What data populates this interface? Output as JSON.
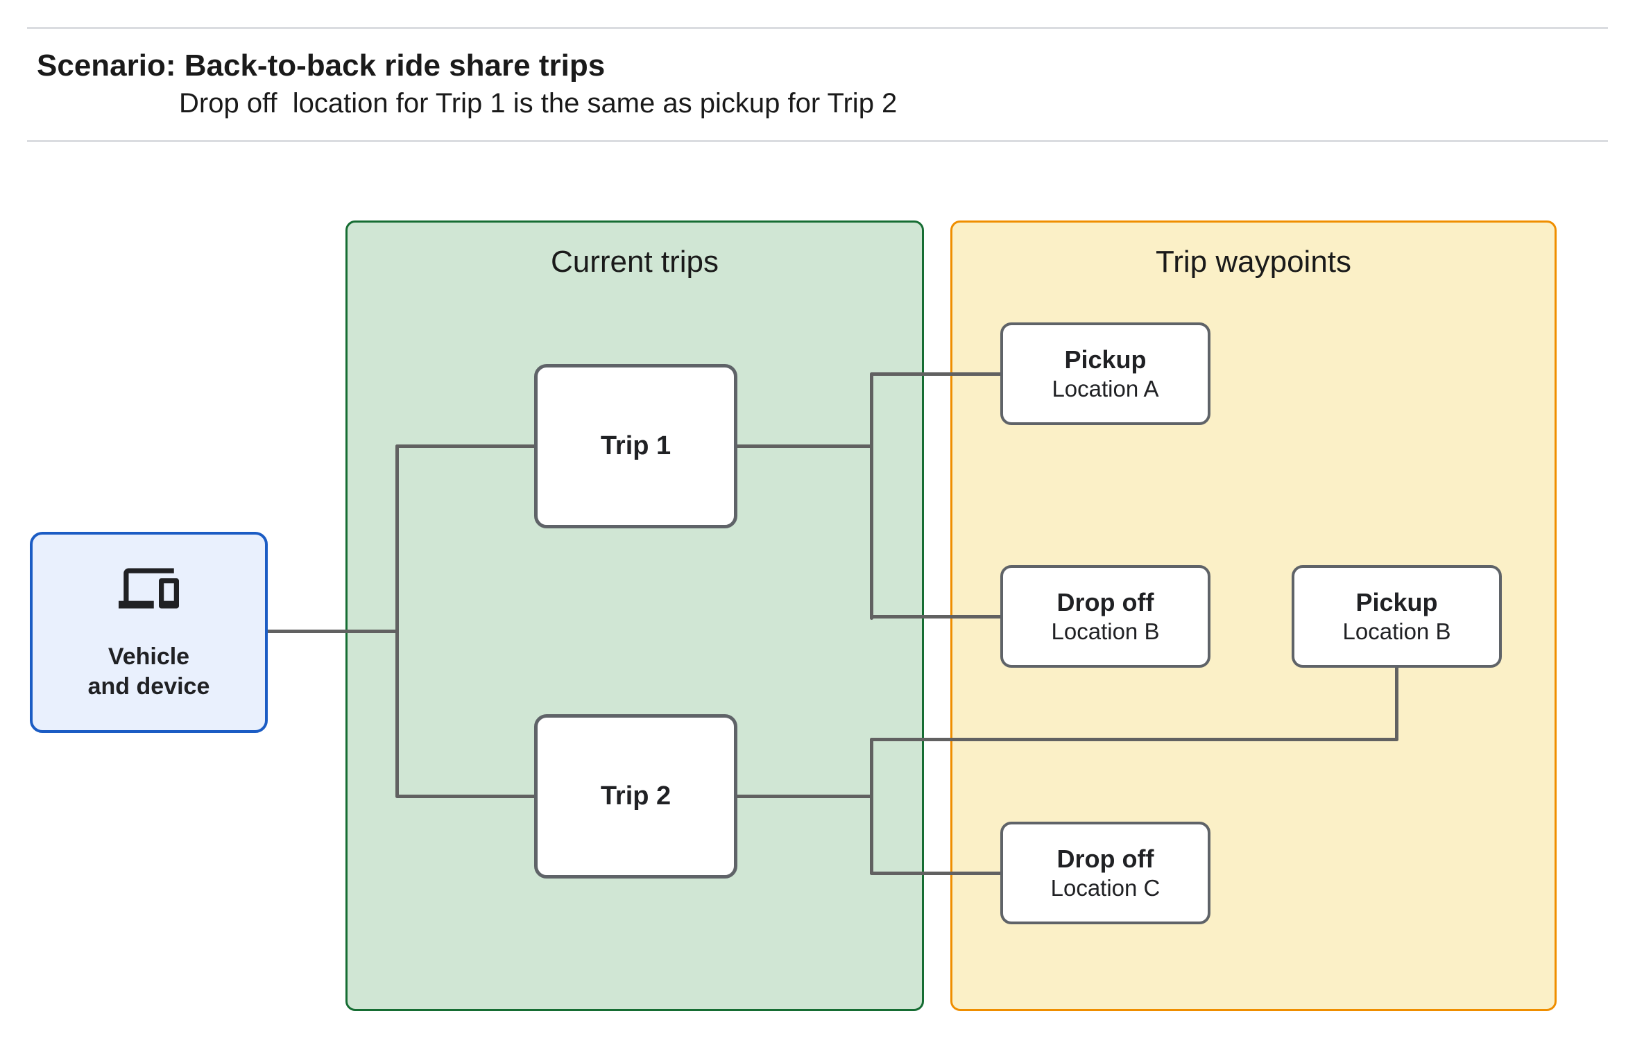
{
  "header": {
    "title": "Scenario: Back-to-back ride share trips",
    "subtitle": "Drop off  location for Trip 1 is the same as pickup for Trip 2"
  },
  "groups": [
    {
      "title": "Current trips"
    },
    {
      "title": "Trip waypoints"
    }
  ],
  "vehicle": {
    "label": "Vehicle\nand device",
    "icon": "devices-icon"
  },
  "trips": [
    {
      "label": "Trip 1"
    },
    {
      "label": "Trip 2"
    }
  ],
  "waypoints": [
    {
      "type": "Pickup",
      "location": "Location A"
    },
    {
      "type": "Drop off",
      "location": "Location B"
    },
    {
      "type": "Pickup",
      "location": "Location B"
    },
    {
      "type": "Drop off",
      "location": "Location C"
    }
  ],
  "colors": {
    "green-fill": "#d0e6d4",
    "green-border": "#166d33",
    "yellow-fill": "#fbf0c7",
    "yellow-border": "#ef8e00",
    "blue-fill": "#e9f0fd",
    "blue-border": "#1b5cc4",
    "connector": "#616161",
    "box-border": "#5f6368",
    "text": "#202124",
    "divider": "#dadce0"
  }
}
